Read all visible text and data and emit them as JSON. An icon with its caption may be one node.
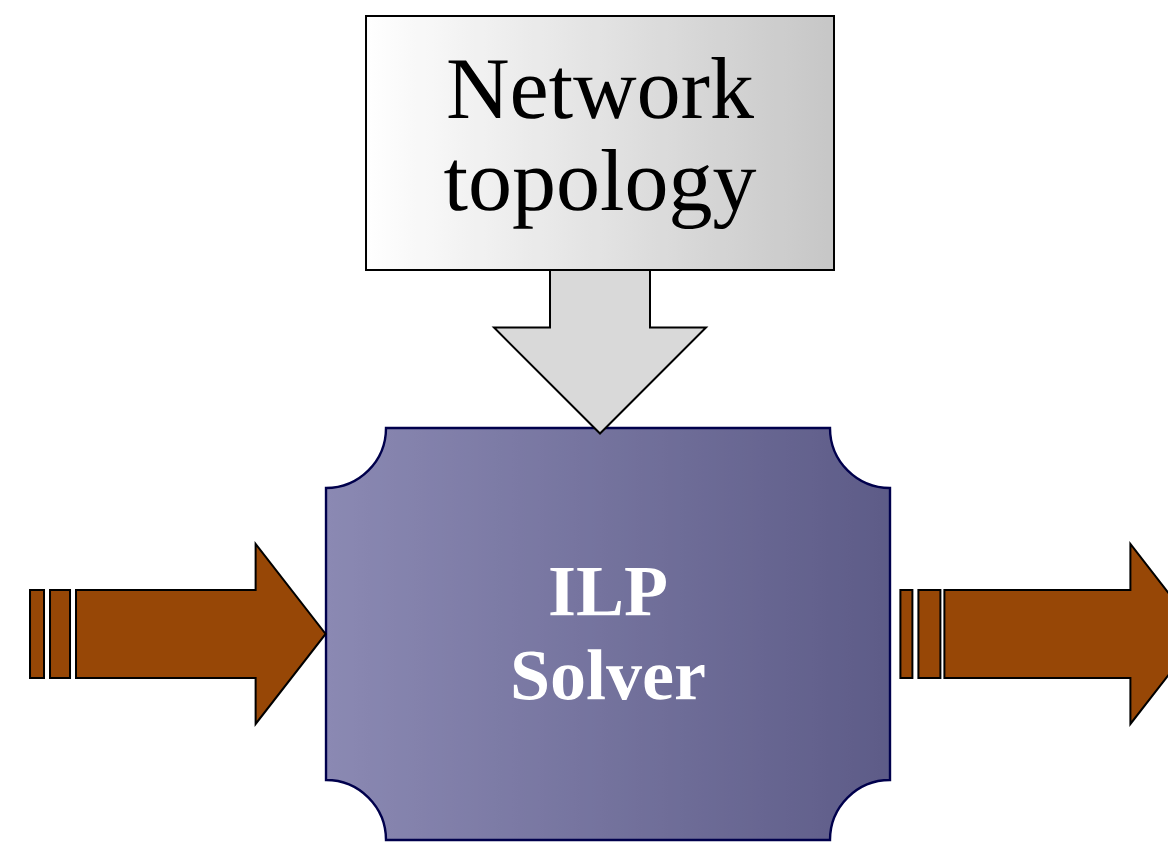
{
  "diagram": {
    "nodes": [
      {
        "text": [
          "Network topology"
        ]
      },
      {
        "text": [
          "ILP Solver"
        ]
      }
    ],
    "edges": [
      {
        "from": 0,
        "to": 1,
        "arrow": "to",
        "color": "#d9d9d9"
      },
      {
        "from": null,
        "to": 1,
        "arrow": "to"
      },
      {
        "from": 1,
        "to": null,
        "arrow": "to"
      }
    ]
  }
}
